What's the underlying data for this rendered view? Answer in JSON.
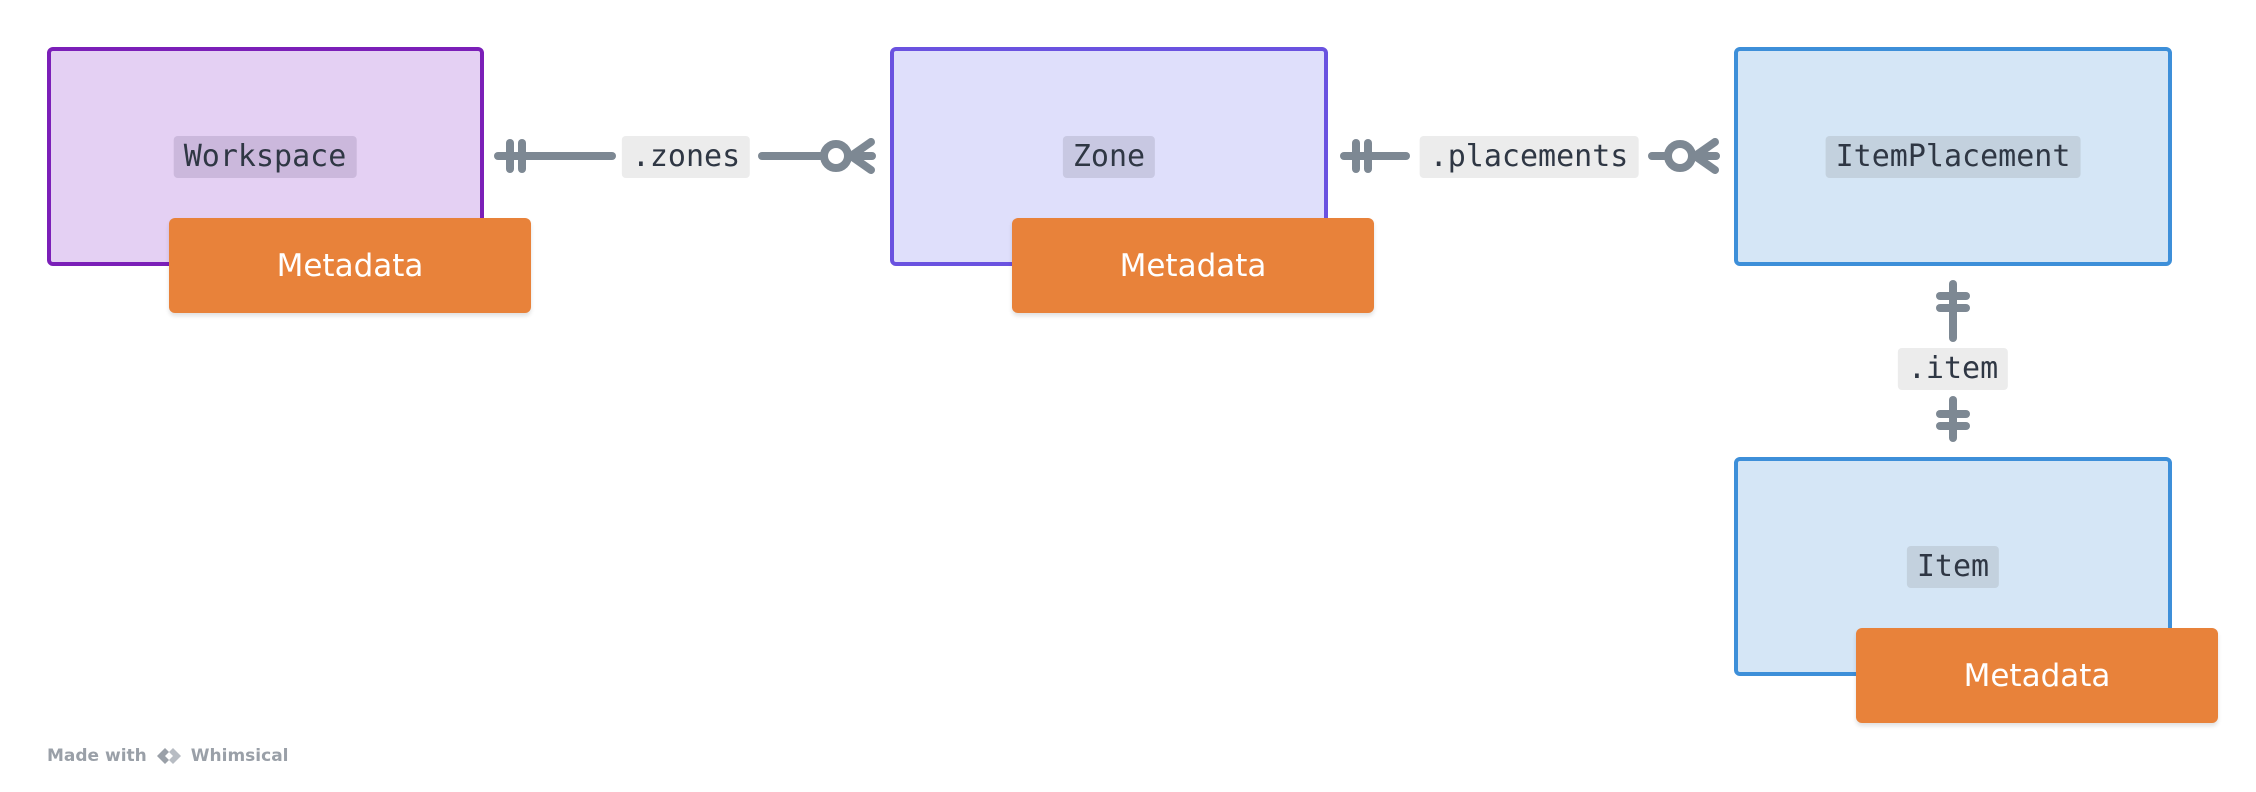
{
  "entities": {
    "workspace": {
      "label": "Workspace",
      "metadata": "Metadata"
    },
    "zone": {
      "label": "Zone",
      "metadata": "Metadata"
    },
    "item_placement": {
      "label": "ItemPlacement"
    },
    "item": {
      "label": "Item",
      "metadata": "Metadata"
    }
  },
  "relations": {
    "zones": ".zones",
    "placements": ".placements",
    "item": ".item"
  },
  "colors": {
    "workspace_fill": "#e4d0f3",
    "workspace_border": "#7b1fb8",
    "workspace_label_bg": "#cbb8dc",
    "zone_fill": "#dfdffb",
    "zone_border": "#6a52e0",
    "zone_label_bg": "#c8c8e2",
    "blue_fill": "#d5e6f6",
    "blue_border": "#3d8fd9",
    "blue_label_bg": "#c3d1de",
    "metadata": "#e8823a",
    "connector": "#7d8893"
  },
  "footer": {
    "made_with": "Made with",
    "brand": "Whimsical"
  }
}
